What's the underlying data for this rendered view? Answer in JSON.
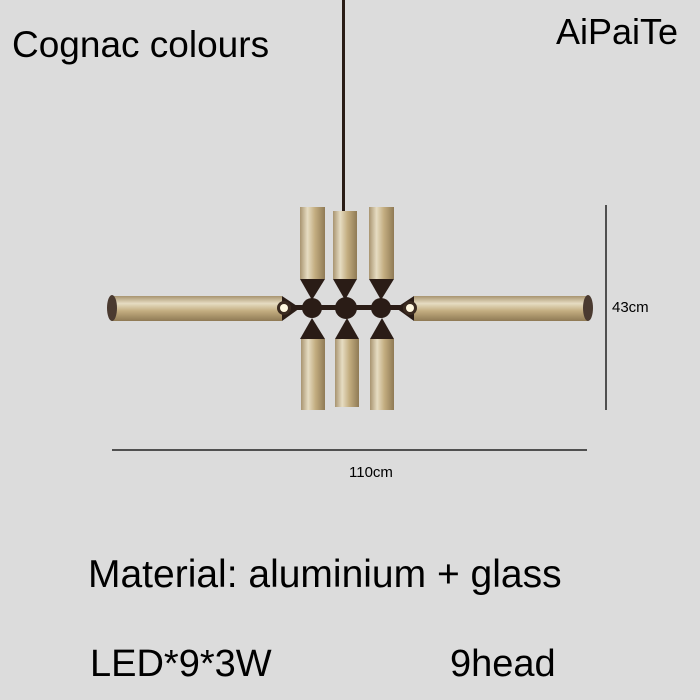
{
  "title": "Cognac colours",
  "brand": "AiPaiTe",
  "specs": {
    "material": "Material: aluminium + glass",
    "led": "LED*9*3W",
    "heads": "9head"
  },
  "dimensions": {
    "width": "110cm",
    "height": "43cm"
  },
  "colors": {
    "background": "#dcdcdc",
    "glass": "#c9b48a",
    "metal": "#2a1c16"
  }
}
